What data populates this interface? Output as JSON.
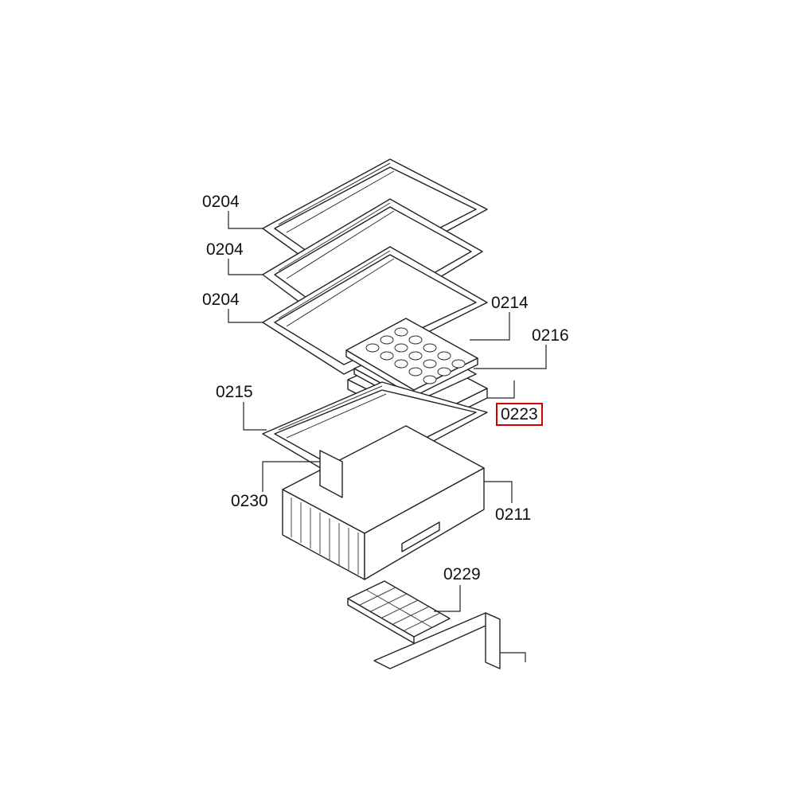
{
  "diagram": {
    "labels": {
      "shelf_1": "0204",
      "shelf_2": "0204",
      "shelf_3": "0204",
      "egg_tray": "0214",
      "egg_box_lid": "0216",
      "egg_box": "0223",
      "crisper_cover": "0215",
      "divider": "0230",
      "crisper_drawer": "0211",
      "ice_tray": "0229"
    },
    "highlighted_part": "0223",
    "highlight_color": "#d10000"
  }
}
